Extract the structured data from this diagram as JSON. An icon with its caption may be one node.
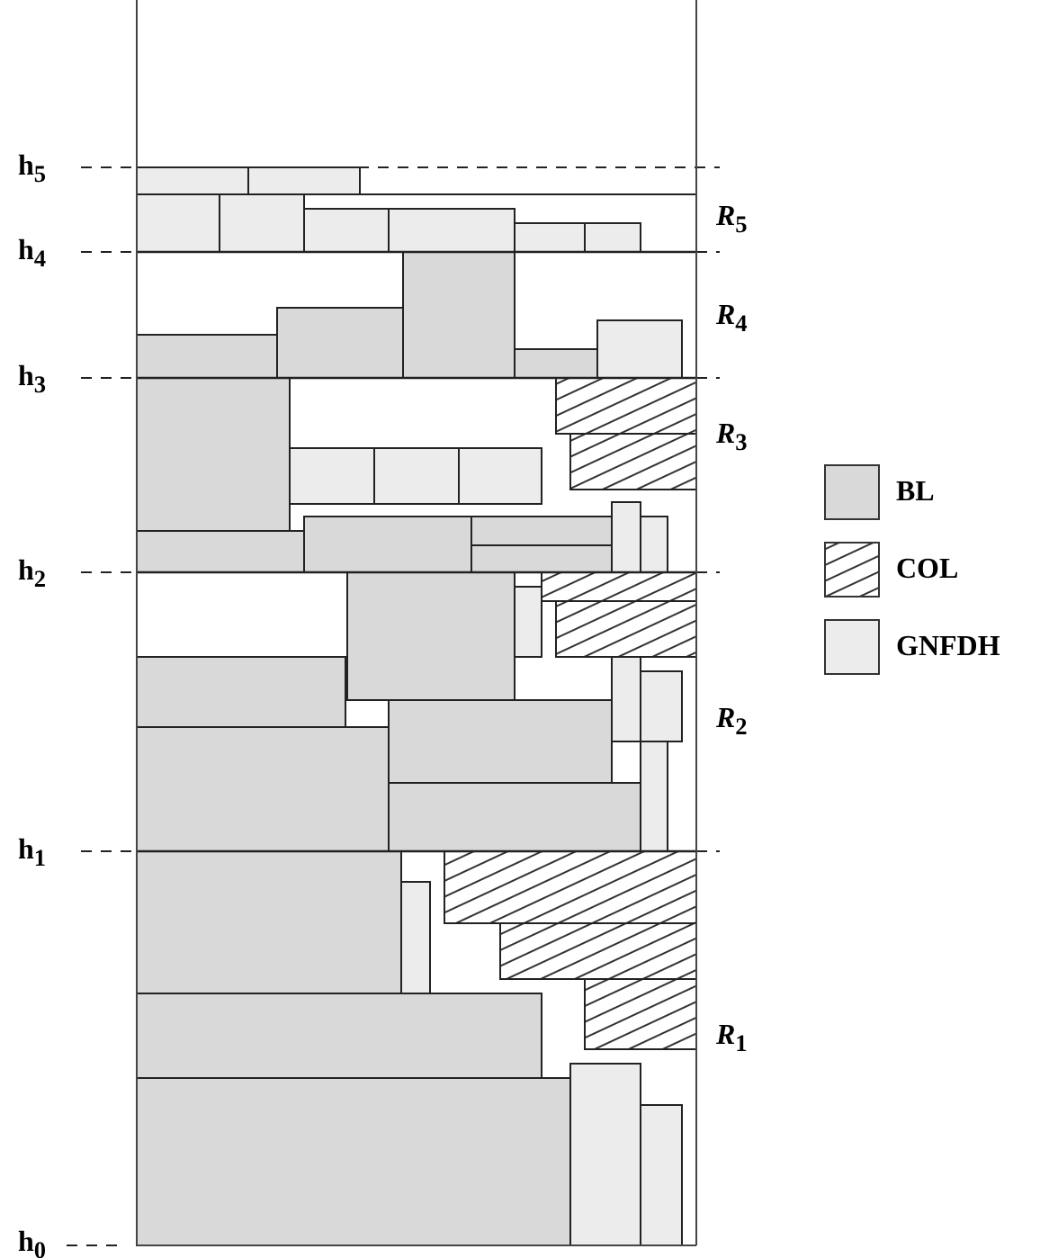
{
  "diagram": {
    "labels": [
      "h$_{5}$",
      "*R*$_{5}$",
      "h$_{4}$",
      "*R*$_{4}$",
      "h$_{3}$",
      "*R*$_{3}$",
      "h$_{2}$",
      "*R*$_{2}$",
      "h$_{1}$",
      "*R*$_{1}$",
      "h$_{0}$"
    ],
    "legend": [
      {
        "text": "BL",
        "color": "#d9d9d9"
      },
      {
        "text": "COL"
      },
      {
        "text": "GNFDH",
        "color": "#ececec"
      }
    ]
  }
}
